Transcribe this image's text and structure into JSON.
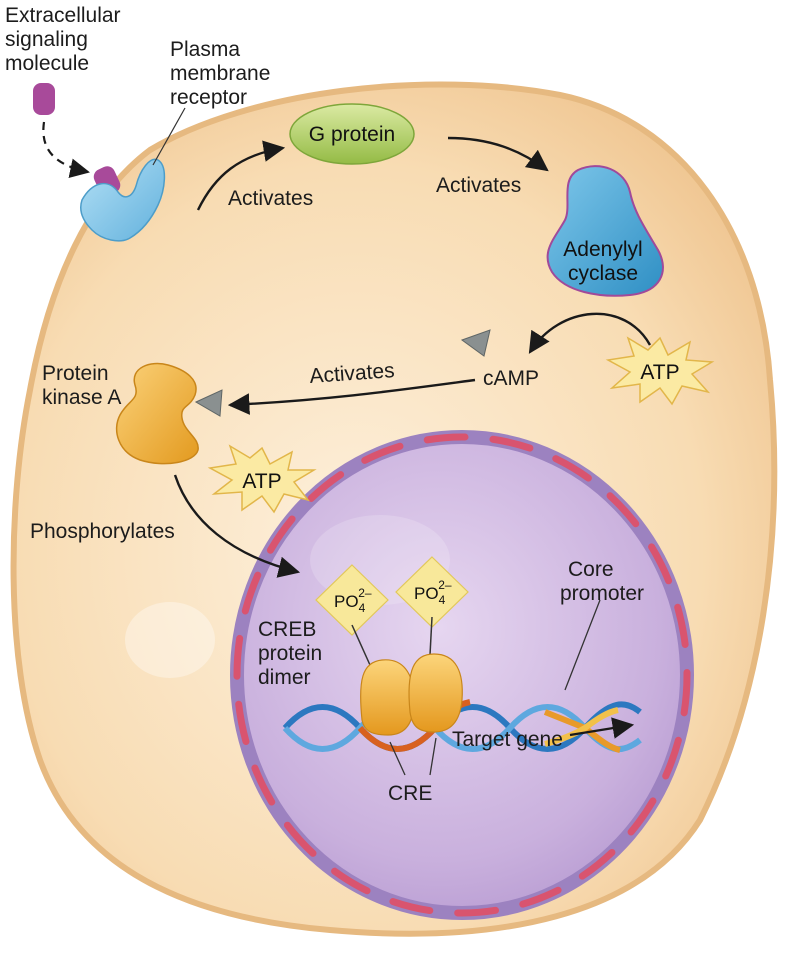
{
  "labels": {
    "signal_line1": "Extracellular",
    "signal_line2": "signaling",
    "signal_line3": "molecule",
    "receptor_line1": "Plasma",
    "receptor_line2": "membrane",
    "receptor_line3": "receptor",
    "g_protein": "G protein",
    "activates_1": "Activates",
    "activates_2": "Activates",
    "activates_3": "Activates",
    "adenylyl_line1": "Adenylyl",
    "adenylyl_line2": "cyclase",
    "atp_1": "ATP",
    "atp_2": "ATP",
    "camp": "cAMP",
    "pka_line1": "Protein",
    "pka_line2": "kinase A",
    "phosphorylates": "Phosphorylates",
    "po4_main": "PO",
    "po4_sub": "4",
    "po4_sup": "2–",
    "creb_line1": "CREB",
    "creb_line2": "protein",
    "creb_line3": "dimer",
    "core_line1": "Core",
    "core_line2": "promoter",
    "target_gene": "Target gene",
    "cre": "CRE"
  },
  "colors": {
    "cytoplasm": "#f8dcb3",
    "membrane": "#e9c08f",
    "nucleus": "#c9b0dd",
    "nuclear_envelope": "#9c82c0",
    "nuclear_pore": "#d9546f",
    "receptor": "#7cc3e6",
    "signal_molecule": "#a84a9a",
    "g_protein": "#b5d36b",
    "adenylyl_cyclase": "#3aa0d0",
    "pka": "#f0ad33",
    "camp": "#8a9090",
    "atp_star": "#fbeaa3",
    "po4_tag": "#f8e89a",
    "dna_blue": "#2c78c0",
    "dna_orange": "#e89a2a"
  }
}
